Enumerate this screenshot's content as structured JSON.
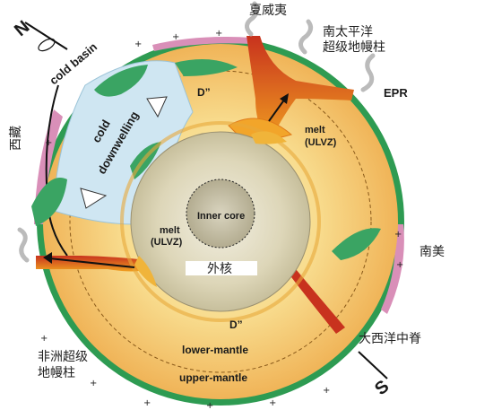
{
  "labels": {
    "hawaii": "夏威夷",
    "south_pacific_plume_line1": "南太平洋",
    "south_pacific_plume_line2": "超级地幔柱",
    "epr": "EPR",
    "tibet": "西藏",
    "south_america": "南美",
    "mid_atlantic_ridge": "大西洋中脊",
    "african_plume_line1": "非洲超级",
    "african_plume_line2": "地幔柱",
    "outer_core": "外核",
    "inner_core": "Inner core",
    "melt_ulvz_right_1": "melt",
    "melt_ulvz_right_2": "(ULVZ)",
    "melt_ulvz_left_1": "melt",
    "melt_ulvz_left_2": "(ULVZ)",
    "d_double_prime_top": "D”",
    "d_double_prime_bottom": "D”",
    "lower_mantle": "lower-mantle",
    "upper_mantle": "upper-mantle",
    "cold_basin": "cold basin",
    "cold_downwelling_1": "cold",
    "cold_downwelling_2": "downwelling",
    "north": "N",
    "south": "S"
  },
  "colors": {
    "crust_green": "#2e9b52",
    "upper_mantle": "#f2b35a",
    "lower_mantle": "#f7d27c",
    "outer_core": "#d9d2b0",
    "inner_core": "#c8c2a8",
    "plume_red": "#c8321e",
    "cold_blue": "#cfe6f2",
    "slab_green": "#3aa463",
    "continent_pink": "#d98fb8"
  }
}
